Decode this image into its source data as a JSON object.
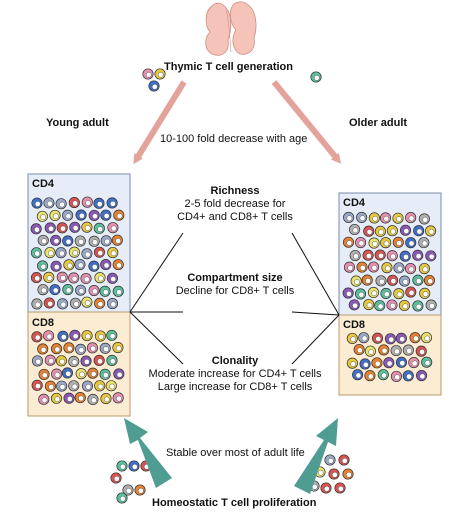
{
  "header": {
    "title": "Thymic T cell generation",
    "young_label": "Young adult",
    "older_label": "Older adult",
    "decrease_label": "10-100 fold decrease with age"
  },
  "young_panel": {
    "top_label": "CD4",
    "bottom_label": "CD8"
  },
  "older_panel": {
    "top_label": "CD4",
    "bottom_label": "CD8"
  },
  "center": {
    "richness_title": "Richness",
    "richness_line1": "2-5 fold decrease for",
    "richness_line2": "CD4+ and CD8+ T cells",
    "compartment_title": "Compartment size",
    "compartment_line1": "Decline for CD8+ T cells",
    "clonality_title": "Clonality",
    "clonality_line1": "Moderate increase for CD4+ T cells",
    "clonality_line2": "Large increase for CD8+ T cells"
  },
  "footer": {
    "stable_label": "Stable over most of adult life",
    "proliferation_label": "Homeostatic T cell proliferation"
  },
  "colors": {
    "cd4_panel": "#e6edf8",
    "cd8_panel": "#fbecd3",
    "thymus": "#f6c3b8",
    "thymic_arrow": "#e3a39a",
    "proliferation_arrow": "#4f9c93",
    "cell_palette": [
      "#e8c93a",
      "#3f6fc9",
      "#8b58b8",
      "#e6812f",
      "#e58fb0",
      "#9aa8c8",
      "#5cbf9c",
      "#d9534f",
      "#b0b0b0",
      "#eae26a"
    ]
  }
}
